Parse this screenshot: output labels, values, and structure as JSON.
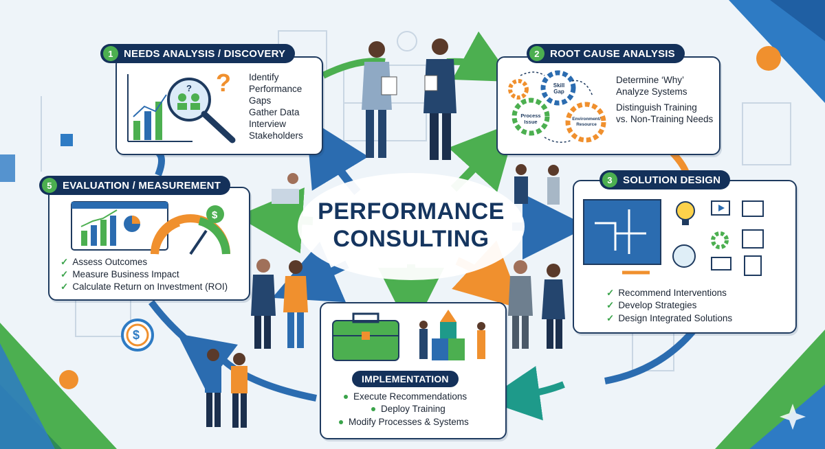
{
  "center": {
    "line1": "PERFORMANCE",
    "line2": "CONSULTING"
  },
  "stages": [
    {
      "number": "1",
      "title": "NEEDS ANALYSIS / DISCOVERY",
      "items": [
        "Identify",
        "Performance",
        "Gaps",
        "Gather Data",
        "Interview",
        "Stakeholders"
      ]
    },
    {
      "number": "2",
      "title": "ROOT CAUSE ANALYSIS",
      "items": [
        "Determine ‘Why’",
        "Analyze Systems",
        "Distinguish Training",
        "vs. Non-Training Needs"
      ],
      "gear_labels": [
        "Skill Gap",
        "Process Issue",
        "Environment/ Resource"
      ]
    },
    {
      "number": "3",
      "title": "SOLUTION DESIGN",
      "items": [
        "Recommend Interventions",
        "Develop Strategies",
        "Design Integrated Solutions"
      ]
    },
    {
      "title": "IMPLEMENTATION",
      "items": [
        "Execute Recommendations",
        "Deploy Training",
        "Modify Processes & Systems"
      ]
    },
    {
      "number": "5",
      "title": "EVALUATION / MEASUREMENT",
      "items": [
        "Assess Outcomes",
        "Measure Business Impact",
        "Calculate Return on Investment (ROI)"
      ]
    }
  ],
  "colors": {
    "navy": "#14315a",
    "green": "#4caf50",
    "orange": "#f0902e",
    "blue": "#2b6cb0",
    "teal": "#1e9a8a"
  },
  "icons": [
    "magnifier-icon",
    "question-mark-icon",
    "gear-icon",
    "lightbulb-icon",
    "toolbox-icon",
    "gauge-icon",
    "dollar-icon",
    "checkmark-icon",
    "sparkle-icon"
  ]
}
